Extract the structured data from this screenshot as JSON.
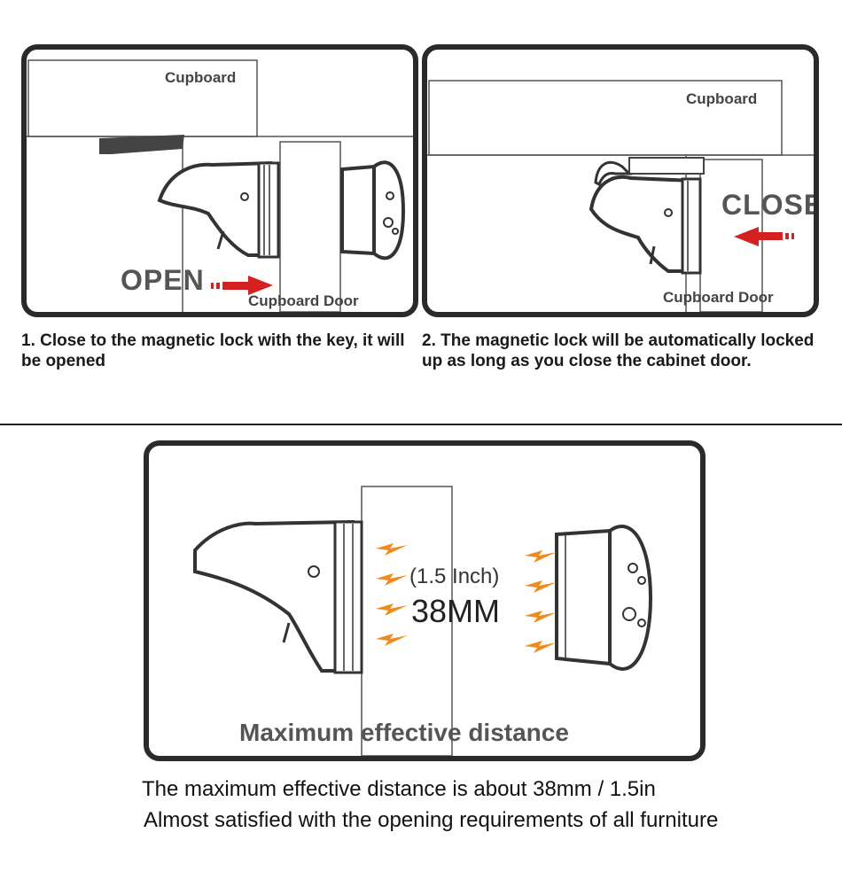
{
  "panel_open": {
    "cupboard_label": "Cupboard",
    "action_label": "OPEN",
    "door_label": "Cupboard Door",
    "caption": "1. Close to the magnetic lock with the key, it will be opened"
  },
  "panel_close": {
    "cupboard_label": "Cupboard",
    "action_label": "CLOSE",
    "door_label": "Cupboard Door",
    "caption": "2. The magnetic lock will be automatically locked up as long as you close the cabinet door."
  },
  "panel_distance": {
    "inch_label": "(1.5 Inch)",
    "mm_label": "38MM",
    "title": "Maximum effective distance"
  },
  "footer": {
    "line1": "The maximum effective distance is about 38mm / 1.5in",
    "line2": "Almost satisfied with the opening requirements of all furniture"
  },
  "colors": {
    "arrow": "#d42020",
    "bolt": "#f08a1a",
    "frame": "#2a2a2a",
    "lock": "#3a3a3a"
  }
}
